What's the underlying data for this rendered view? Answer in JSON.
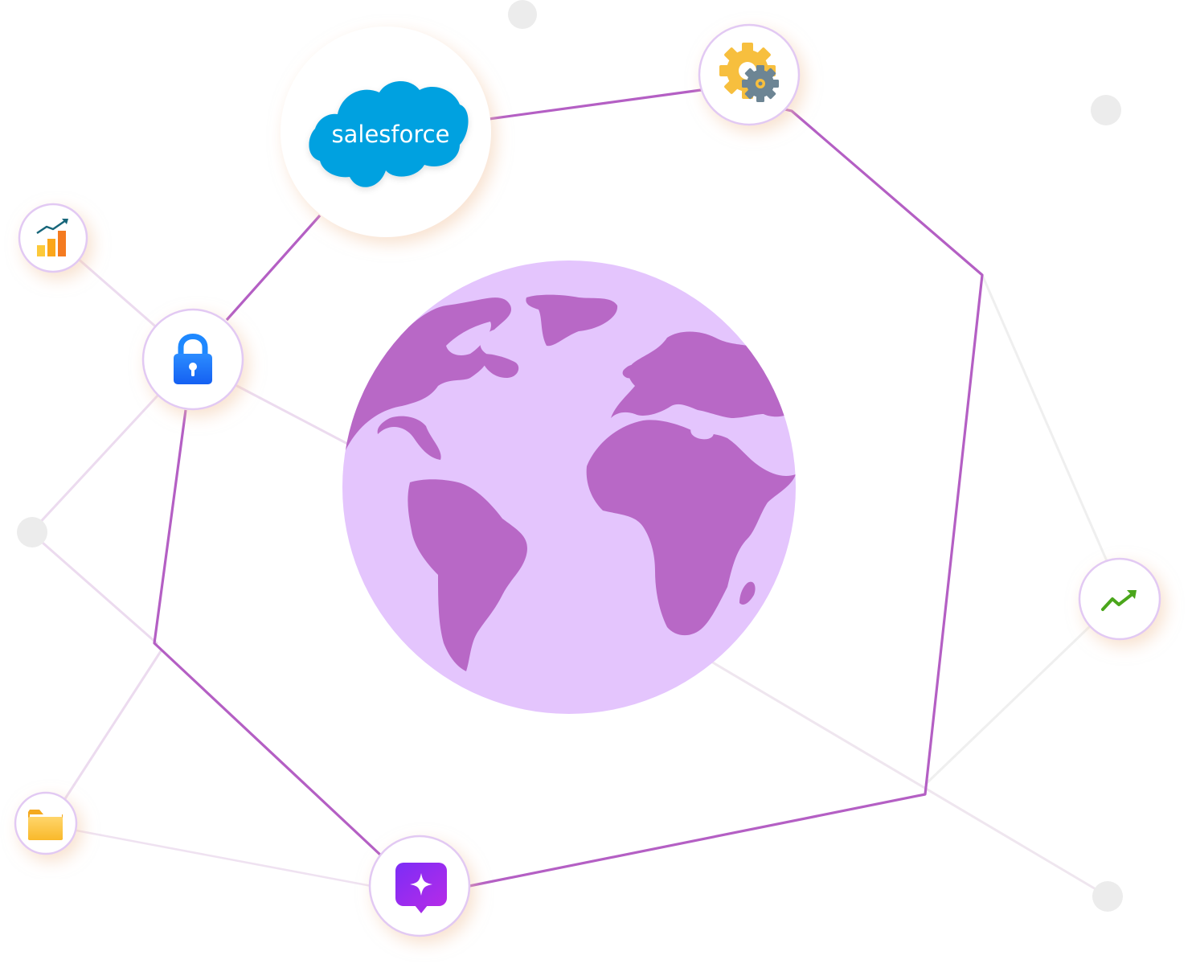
{
  "colors": {
    "accent_line": "#b45fc4",
    "faint_line": "#e9d6ee",
    "gray_line": "#ececec",
    "node_border": "#e2c9f3",
    "node_shadow": "#f6d9c4",
    "globe_ocean": "#e4c5fd",
    "globe_land": "#b868c6",
    "salesforce_blue": "#00a1e0",
    "dot_gray": "#ececec"
  },
  "brand": {
    "salesforce_label": "salesforce"
  },
  "icons": [
    "salesforce-logo",
    "gears-icon",
    "bar-chart-icon",
    "lock-icon",
    "trend-up-icon",
    "folder-icon",
    "sparkle-chat-icon",
    "globe-illustration"
  ]
}
